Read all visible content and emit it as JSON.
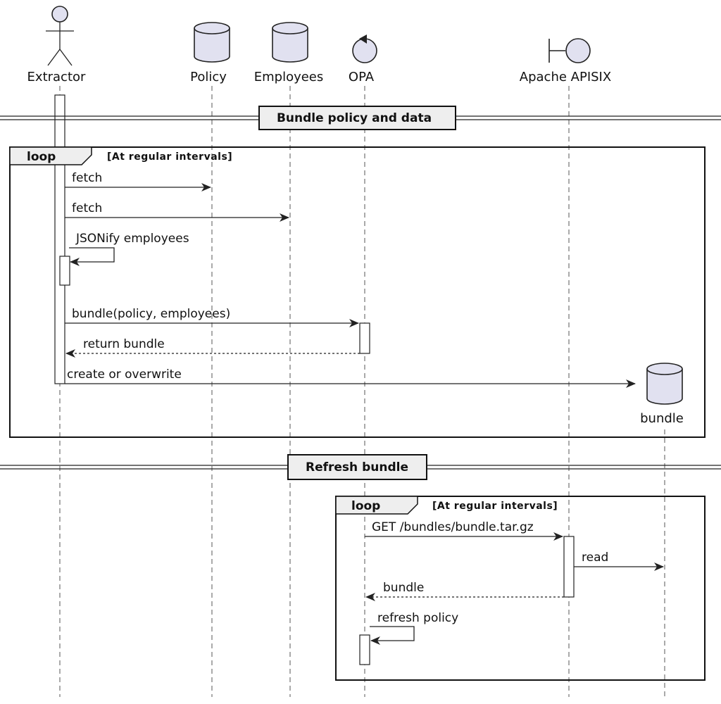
{
  "participants": {
    "extractor": "Extractor",
    "policy": "Policy",
    "employees": "Employees",
    "opa": "OPA",
    "apisix": "Apache APISIX",
    "bundle": "bundle"
  },
  "dividers": {
    "bundle_policy": "Bundle policy and data",
    "refresh": "Refresh bundle"
  },
  "loops": {
    "first": {
      "keyword": "loop",
      "condition": "[At regular intervals]"
    },
    "second": {
      "keyword": "loop",
      "condition": "[At regular intervals]"
    }
  },
  "messages": {
    "fetch_policy": "fetch",
    "fetch_employees": "fetch",
    "jsonify": "JSONify employees",
    "bundle_call": "bundle(policy, employees)",
    "return_bundle": "return bundle",
    "create": "create or overwrite",
    "get": "GET /bundles/bundle.tar.gz",
    "read": "read",
    "bundle_return": "bundle",
    "refresh_policy": "refresh policy"
  },
  "colors": {
    "participant_fill": "#e1e1f0",
    "group_fill": "#eeeeee",
    "line": "#222222"
  }
}
